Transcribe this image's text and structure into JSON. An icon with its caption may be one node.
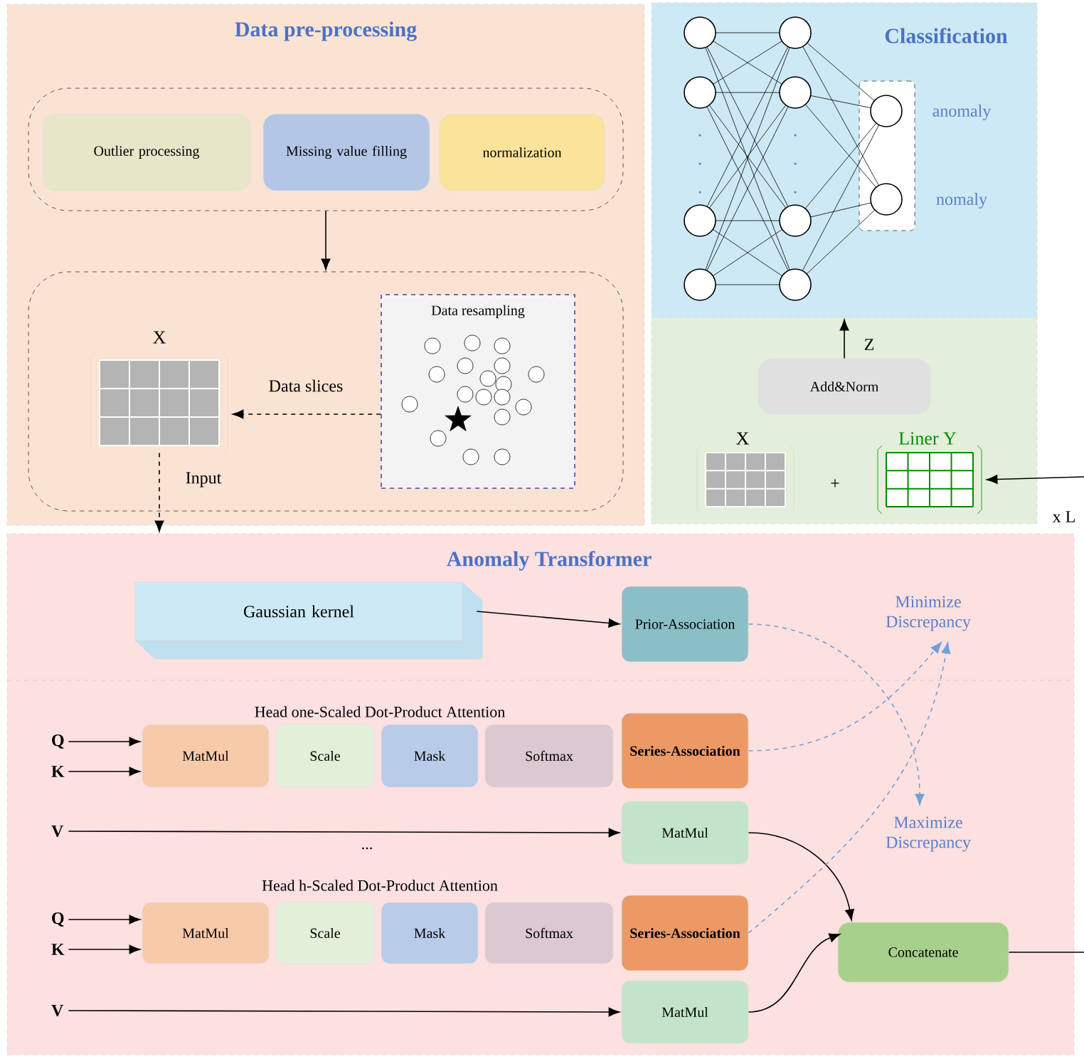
{
  "diagram": {
    "nodes": [
      {
        "text": [
          "Data pre-processing"
        ]
      },
      {
        "text": [],
        "shape": "box",
        "in": 0
      },
      {
        "text": [
          "Outlier processing"
        ],
        "in": 1
      },
      {
        "text": [
          "Missing value filling"
        ],
        "in": 1
      },
      {
        "text": [
          "normalization"
        ],
        "in": 1
      },
      {
        "text": [],
        "shape": "box",
        "in": 0
      },
      {
        "text": [
          "X"
        ],
        "in": 5
      },
      {
        "text": [
          "Data resampling"
        ],
        "in": 5
      },
      {
        "text": [
          "Classification"
        ]
      },
      {
        "text": [],
        "shape": "box",
        "in": 8,
        "beside": [
          "anomaly",
          "nomaly"
        ]
      },
      {
        "text": [],
        "shape": "box"
      },
      {
        "text": [
          "Add&Norm"
        ],
        "in": 10
      },
      {
        "text": [
          "X"
        ],
        "in": 10
      },
      {
        "text": [
          "Liner Y"
        ],
        "in": 10
      },
      {
        "text": [
          "Anomaly Transformer"
        ]
      },
      {
        "text": [
          "Gaussian kernel"
        ],
        "in": 14
      },
      {
        "text": [
          "Prior-Association"
        ],
        "in": 14
      },
      {
        "text": [
          "Q"
        ],
        "in": 14
      },
      {
        "text": [
          "K"
        ],
        "in": 14
      },
      {
        "text": [
          "MatMul"
        ],
        "in": 14
      },
      {
        "text": [
          "Scale"
        ],
        "in": 14
      },
      {
        "text": [
          "Mask"
        ],
        "in": 14
      },
      {
        "text": [
          "Softmax"
        ],
        "in": 14
      },
      {
        "text": [
          "Series-Association"
        ],
        "in": 14
      },
      {
        "text": [
          "V"
        ],
        "in": 14
      },
      {
        "text": [
          "MatMul"
        ],
        "in": 14
      },
      {
        "text": [
          "Q"
        ],
        "in": 14
      },
      {
        "text": [
          "K"
        ],
        "in": 14
      },
      {
        "text": [
          "MatMul"
        ],
        "in": 14
      },
      {
        "text": [
          "Scale"
        ],
        "in": 14
      },
      {
        "text": [
          "Mask"
        ],
        "in": 14
      },
      {
        "text": [
          "Softmax"
        ],
        "in": 14
      },
      {
        "text": [
          "Series-Association"
        ],
        "in": 14
      },
      {
        "text": [
          "V"
        ],
        "in": 14
      },
      {
        "text": [
          "MatMul"
        ],
        "in": 14
      },
      {
        "text": [
          "Concatenate"
        ],
        "in": 14
      },
      {
        "text": [
          "Minimize Discrepancy"
        ],
        "in": 14
      },
      {
        "text": [
          "Maximize Discrepancy"
        ],
        "in": 14
      }
    ],
    "edges": [
      {
        "from": 1,
        "to": 5,
        "arrow": "to"
      },
      {
        "from": 7,
        "to": 6,
        "arrow": "to",
        "style": "dashed",
        "label": "Data slices"
      },
      {
        "from": 6,
        "to": 14,
        "arrow": "to",
        "style": "dashed",
        "label": "Input"
      },
      {
        "from": 11,
        "to": 8,
        "arrow": "to",
        "label": "Z"
      },
      {
        "from": null,
        "to": 13,
        "arrow": "to"
      },
      {
        "from": 15,
        "to": 16,
        "arrow": "to"
      },
      {
        "from": 17,
        "to": 19,
        "arrow": "to"
      },
      {
        "from": 18,
        "to": 19,
        "arrow": "to"
      },
      {
        "from": 24,
        "to": 25,
        "arrow": "to"
      },
      {
        "from": 26,
        "to": 28,
        "arrow": "to"
      },
      {
        "from": 27,
        "to": 28,
        "arrow": "to"
      },
      {
        "from": 33,
        "to": 34,
        "arrow": "to"
      },
      {
        "from": 25,
        "to": 35,
        "arrow": "to"
      },
      {
        "from": 34,
        "to": 35,
        "arrow": "to"
      },
      {
        "from": 35,
        "to": null,
        "arrow": "none"
      },
      {
        "from": 23,
        "to": 36,
        "arrow": "to",
        "style": "dashed",
        "color": "#6fa0d8"
      },
      {
        "from": 32,
        "to": 36,
        "arrow": "to",
        "style": "dashed",
        "color": "#6fa0d8"
      },
      {
        "from": 16,
        "to": 37,
        "arrow": "to",
        "style": "dashed",
        "color": "#6fa0d8"
      }
    ],
    "labels": [
      "Head one-Scaled Dot-Product Attention",
      "...",
      "Head h-Scaled Dot-Product Attention",
      "+",
      "x L"
    ]
  }
}
